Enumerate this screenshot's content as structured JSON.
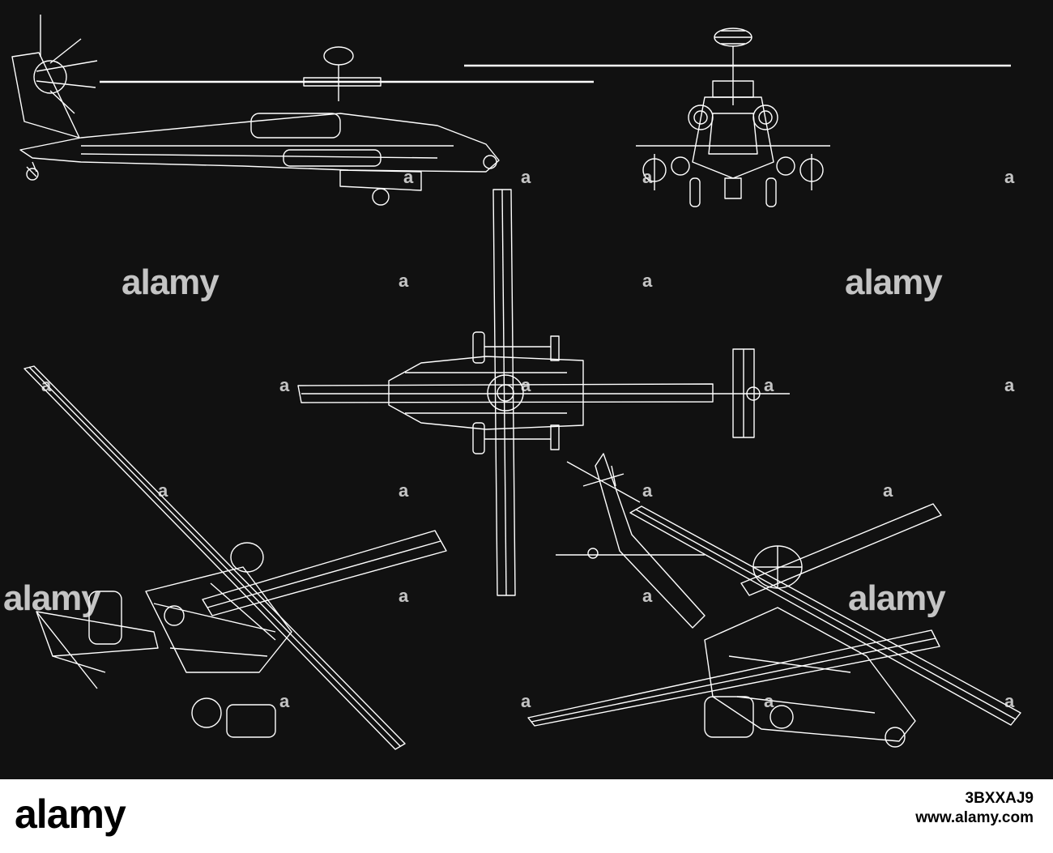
{
  "watermark": {
    "text": "alamy",
    "small_mark": "a"
  },
  "footer": {
    "logo_text": "alamy",
    "image_id": "3BXXAJ9",
    "url": "www.alamy.com"
  },
  "colors": {
    "background": "#111111",
    "wireframe": "#ffffff",
    "footer_background": "#ffffff",
    "footer_text": "#000000"
  },
  "views": [
    {
      "name": "side-view"
    },
    {
      "name": "front-view"
    },
    {
      "name": "top-view"
    },
    {
      "name": "perspective-left-view"
    },
    {
      "name": "perspective-right-view"
    }
  ]
}
